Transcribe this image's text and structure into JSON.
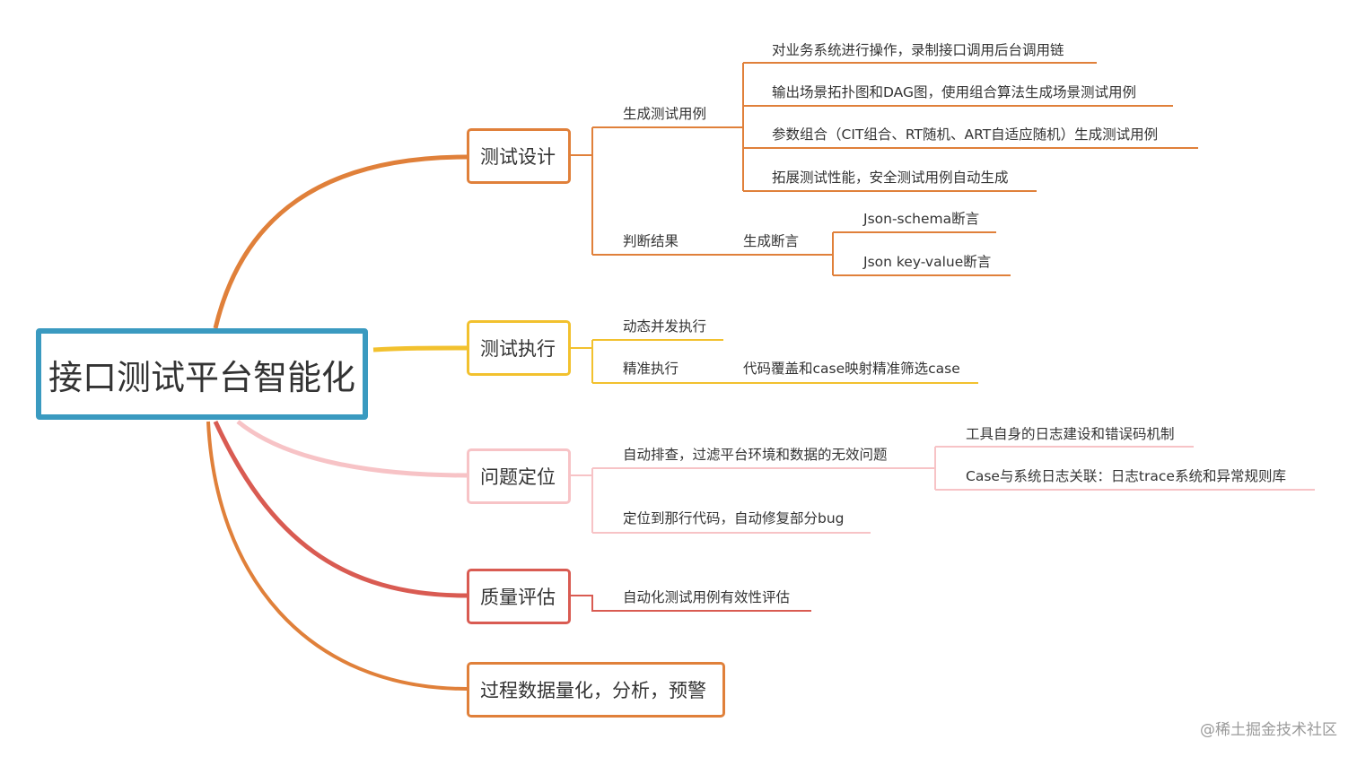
{
  "colors": {
    "root_border": "#3a9ac0",
    "design": "#e0803a",
    "execute": "#f2c12e",
    "locate": "#f7c3c6",
    "quality": "#d95b52",
    "process": "#e0803a"
  },
  "root": {
    "label": "接口测试平台智能化"
  },
  "branches": {
    "design": {
      "label": "测试设计",
      "generate": {
        "label": "生成测试用例",
        "items": [
          "对业务系统进行操作，录制接口调用后台调用链",
          "输出场景拓扑图和DAG图，使用组合算法生成场景测试用例",
          "参数组合（CIT组合、RT随机、ART自适应随机）生成测试用例",
          "拓展测试性能，安全测试用例自动生成"
        ]
      },
      "judge": {
        "label": "判断结果",
        "assert": {
          "label": "生成断言",
          "items": [
            "Json-schema断言",
            "Json key-value断言"
          ]
        }
      }
    },
    "execute": {
      "label": "测试执行",
      "dynamic": {
        "label": "动态并发执行"
      },
      "precise": {
        "label": "精准执行",
        "detail": "代码覆盖和case映射精准筛选case"
      }
    },
    "locate": {
      "label": "问题定位",
      "auto": {
        "label": "自动排查，过滤平台环境和数据的无效问题",
        "items": [
          "工具自身的日志建设和错误码机制",
          "Case与系统日志关联：日志trace系统和异常规则库"
        ]
      },
      "line": {
        "label": "定位到那行代码，自动修复部分bug"
      }
    },
    "quality": {
      "label": "质量评估",
      "eval": {
        "label": "自动化测试用例有效性评估"
      }
    },
    "process": {
      "label": "过程数据量化，分析，预警"
    }
  },
  "watermark": "@稀土掘金技术社区"
}
